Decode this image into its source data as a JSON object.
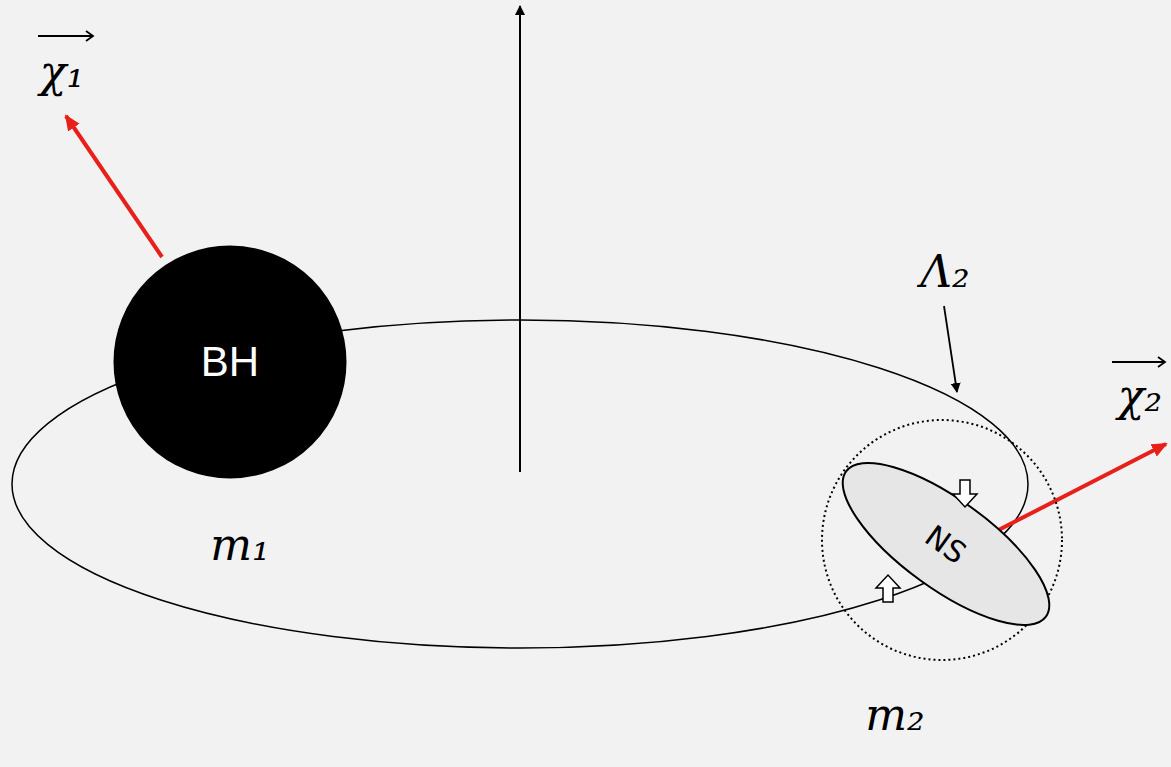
{
  "diagram": {
    "nodes": [
      {
        "text": [
          "BH"
        ]
      },
      {
        "text": [
          "NS"
        ]
      }
    ],
    "labels": [
      "χ₁",
      "m₁",
      "Λ₂",
      "χ₂",
      "m₂"
    ]
  }
}
